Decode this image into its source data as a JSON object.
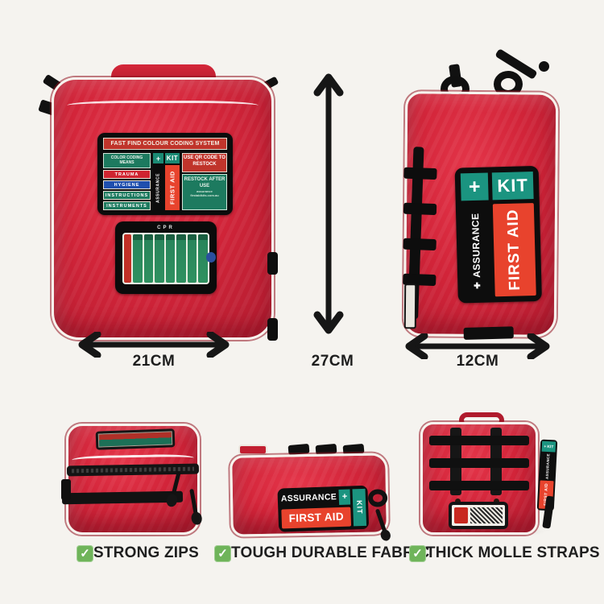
{
  "background": "#f5f3ef",
  "colors": {
    "bag_red": "#d22439",
    "label_black": "#0d0d0d",
    "teal": "#1b9480",
    "first_aid_red": "#e8432d",
    "banner_red": "#c0342b",
    "box_green": "#1d7a5f",
    "trauma_red": "#cf2430",
    "hygiene_blue": "#1f4fae",
    "arrow_black": "#161616",
    "check_green": "#6fb45a"
  },
  "product": {
    "brand": "ASSURANCE",
    "kit": "KIT",
    "first_aid": "FIRST AID",
    "plus": "+"
  },
  "front_label": {
    "banner": "FAST FIND COLOUR CODING SYSTEM",
    "color_coding_title": "COLOR CODING MEANS",
    "categories": [
      {
        "label": "TRAUMA",
        "color": "#cf2430"
      },
      {
        "label": "HYGIENE",
        "color": "#1f4fae"
      },
      {
        "label": "INSTRUCTIONS",
        "color": "#1d7a5f"
      },
      {
        "label": "INSTRUMENTS",
        "color": "#1d7a5f"
      }
    ],
    "qr_note": "USE QR CODE TO RESTOCK",
    "restock_note": "RESTOCK AFTER USE",
    "brand_small": "assurance",
    "site": "firstaidkits.com.au",
    "cpr": "CPR"
  },
  "dimensions": {
    "width_label": "21CM",
    "height_label": "27CM",
    "depth_label": "12CM"
  },
  "features": [
    {
      "label": "STRONG ZIPS"
    },
    {
      "label": "TOUGH DURABLE FABRIC"
    },
    {
      "label": "THICK MOLLE STRAPS"
    }
  ],
  "icons": {
    "check": "✓",
    "medical_cross": "✚"
  }
}
